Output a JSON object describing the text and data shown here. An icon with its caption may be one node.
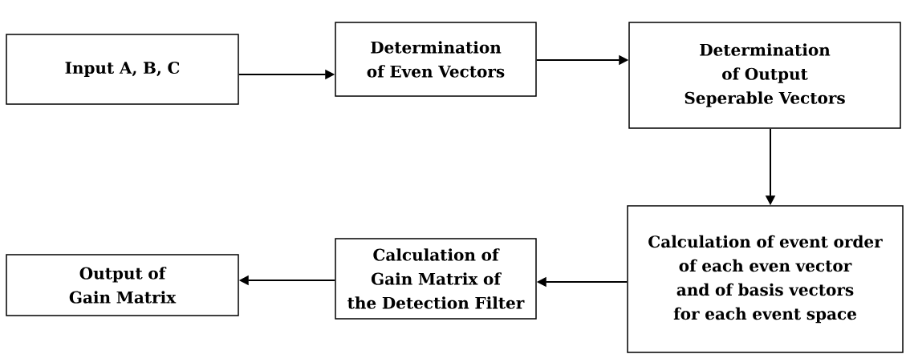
{
  "diagram": {
    "nodes": [
      {
        "text": [
          "Input A, B, C"
        ]
      },
      {
        "text": [
          "Determination of Even Vectors"
        ]
      },
      {
        "text": [
          "Determination of Output Seperable Vectors"
        ]
      },
      {
        "text": [
          "Calculation of event order of each even vector and of basis vectors for each event space"
        ]
      },
      {
        "text": [
          "Calculation of Gain Matrix of the Detection Filter"
        ]
      },
      {
        "text": [
          "Output of Gain Matrix"
        ]
      }
    ],
    "edges": [
      {
        "from": 0,
        "to": 1,
        "arrow": "to"
      },
      {
        "from": 1,
        "to": 2,
        "arrow": "to"
      },
      {
        "from": 2,
        "to": 3,
        "arrow": "to"
      },
      {
        "from": 3,
        "to": 4,
        "arrow": "to"
      },
      {
        "from": 4,
        "to": 5,
        "arrow": "to"
      }
    ]
  }
}
